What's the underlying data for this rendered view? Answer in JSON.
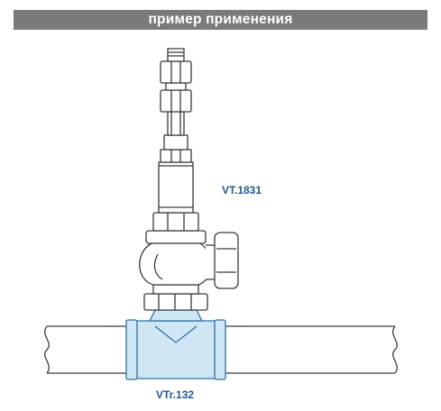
{
  "header": {
    "title": "пример применения",
    "bg_color": "#7a7a7a"
  },
  "labels": {
    "valve": "VT.1831",
    "tee": "VTr.132",
    "color": "#1f5a8c"
  },
  "colors": {
    "outline": "#3a3a3a",
    "tee_fill": "#cfe7f5",
    "tee_outline": "#2f6fa3"
  }
}
